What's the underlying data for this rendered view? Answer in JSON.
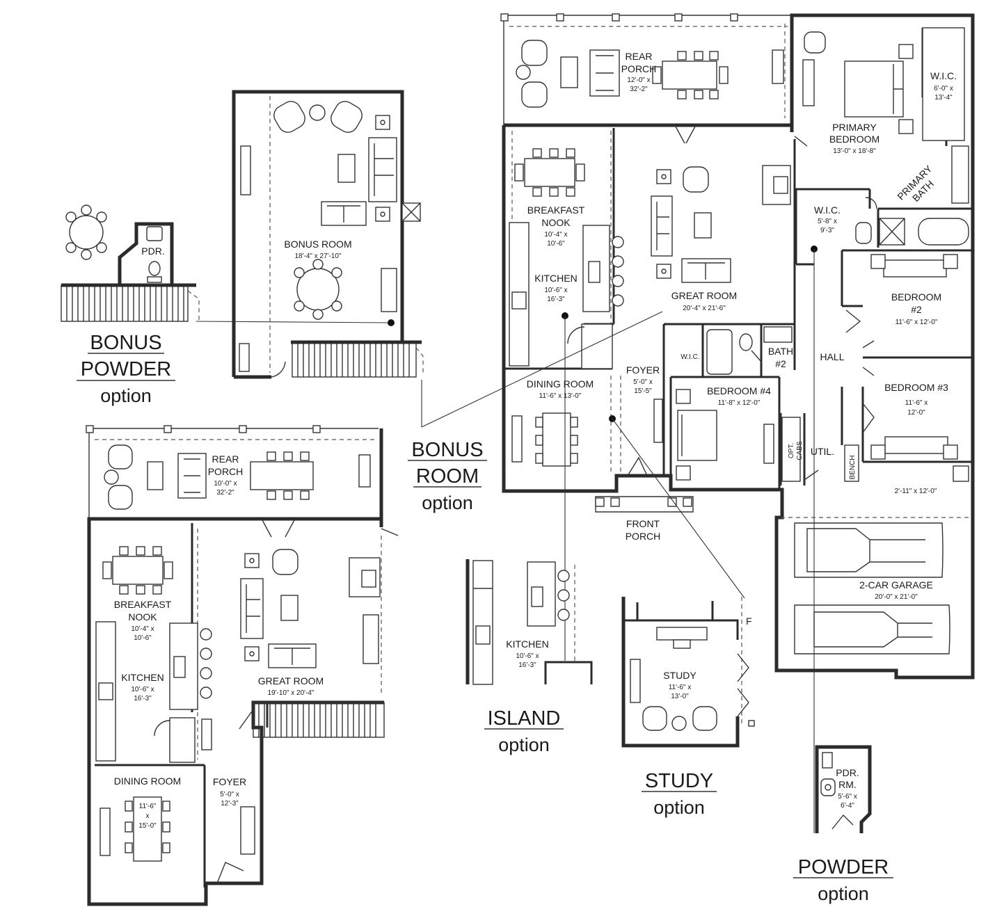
{
  "main_plan": {
    "rooms": [
      {
        "name": "REAR PORCH",
        "name_lines": [
          "REAR",
          "PORCH"
        ],
        "dims_lines": [
          "12'-0\" x",
          "32'-2\""
        ]
      },
      {
        "name": "PRIMARY BEDROOM",
        "name_lines": [
          "PRIMARY",
          "BEDROOM"
        ],
        "dims_lines": [
          "13'-0\" x 18'-8\""
        ]
      },
      {
        "name": "W.I.C.",
        "name_lines": [
          "W.I.C."
        ],
        "dims_lines": [
          "6'-0\" x",
          "13'-4\""
        ]
      },
      {
        "name": "PRIMARY BATH",
        "name_lines": [
          "PRIMARY",
          "BATH"
        ],
        "dims_lines": []
      },
      {
        "name": "BREAKFAST NOOK",
        "name_lines": [
          "BREAKFAST",
          "NOOK"
        ],
        "dims_lines": [
          "10'-4\" x",
          "10'-6\""
        ]
      },
      {
        "name": "KITCHEN",
        "name_lines": [
          "KITCHEN"
        ],
        "dims_lines": [
          "10'-6\" x",
          "16'-3\""
        ]
      },
      {
        "name": "GREAT ROOM",
        "name_lines": [
          "GREAT ROOM"
        ],
        "dims_lines": [
          "20'-4\" x 21'-6\""
        ]
      },
      {
        "name": "W.I.C.",
        "name_lines": [
          "W.I.C."
        ],
        "dims_lines": [
          "5'-8\" x",
          "9'-3\""
        ]
      },
      {
        "name": "BEDROOM #2",
        "name_lines": [
          "BEDROOM",
          "#2"
        ],
        "dims_lines": [
          "11'-6\" x 12'-0\""
        ]
      },
      {
        "name": "DINING ROOM",
        "name_lines": [
          "DINING ROOM"
        ],
        "dims_lines": [
          "11'-6\" x 13'-0\""
        ]
      },
      {
        "name": "FOYER",
        "name_lines": [
          "FOYER"
        ],
        "dims_lines": [
          "5'-0\" x",
          "15'-5\""
        ]
      },
      {
        "name": "W.I.C.",
        "name_lines": [
          "W.I.C."
        ],
        "dims_lines": []
      },
      {
        "name": "BATH #2",
        "name_lines": [
          "BATH",
          "#2"
        ],
        "dims_lines": []
      },
      {
        "name": "BEDROOM #4",
        "name_lines": [
          "BEDROOM #4"
        ],
        "dims_lines": [
          "11'-8\" x 12'-0\""
        ]
      },
      {
        "name": "HALL",
        "name_lines": [
          "HALL"
        ],
        "dims_lines": []
      },
      {
        "name": "BEDROOM #3",
        "name_lines": [
          "BEDROOM #3"
        ],
        "dims_lines": [
          "11'-6\" x",
          "12'-0\""
        ]
      },
      {
        "name": "UTIL.",
        "name_lines": [
          "UTIL."
        ],
        "dims_lines": []
      },
      {
        "name": "OPT. CABS",
        "name_lines": [
          "OPT.",
          "CABS"
        ],
        "dims_lines": []
      },
      {
        "name": "BENCH",
        "name_lines": [
          "BENCH"
        ],
        "dims_lines": []
      },
      {
        "name": "2'-11\" x 12'-0\"",
        "name_lines": [],
        "dims_lines": [
          "2'-11\" x 12'-0\""
        ]
      },
      {
        "name": "FRONT PORCH",
        "name_lines": [
          "FRONT",
          "PORCH"
        ],
        "dims_lines": []
      },
      {
        "name": "2-CAR GARAGE",
        "name_lines": [
          "2-CAR GARAGE"
        ],
        "dims_lines": [
          "20'-0\" x 21'-0\""
        ]
      }
    ]
  },
  "bonus_plan": {
    "rooms": [
      {
        "name": "BONUS ROOM",
        "name_lines": [
          "BONUS ROOM"
        ],
        "dims_lines": [
          "18'-4\" x 27'-10\""
        ]
      },
      {
        "name": "PDR.",
        "name_lines": [
          "PDR."
        ],
        "dims_lines": []
      }
    ]
  },
  "alt_plan": {
    "rooms": [
      {
        "name": "REAR PORCH",
        "name_lines": [
          "REAR",
          "PORCH"
        ],
        "dims_lines": [
          "10'-0\" x",
          "32'-2\""
        ]
      },
      {
        "name": "BREAKFAST NOOK",
        "name_lines": [
          "BREAKFAST",
          "NOOK"
        ],
        "dims_lines": [
          "10'-4\" x",
          "10'-6\""
        ]
      },
      {
        "name": "KITCHEN",
        "name_lines": [
          "KITCHEN"
        ],
        "dims_lines": [
          "10'-6\" x",
          "16'-3\""
        ]
      },
      {
        "name": "GREAT ROOM",
        "name_lines": [
          "GREAT ROOM"
        ],
        "dims_lines": [
          "19'-10\" x 20'-4\""
        ]
      },
      {
        "name": "DINING ROOM",
        "name_lines": [
          "DINING ROOM"
        ],
        "dims_lines": [
          "11'-6\"",
          "x",
          "15'-0\""
        ]
      },
      {
        "name": "FOYER",
        "name_lines": [
          "FOYER"
        ],
        "dims_lines": [
          "5'-0\" x",
          "12'-3\""
        ]
      }
    ]
  },
  "island_plan": {
    "rooms": [
      {
        "name": "KITCHEN",
        "name_lines": [
          "KITCHEN"
        ],
        "dims_lines": [
          "10'-6\" x",
          "16'-3\""
        ]
      }
    ]
  },
  "study_plan": {
    "rooms": [
      {
        "name": "STUDY",
        "name_lines": [
          "STUDY"
        ],
        "dims_lines": [
          "11'-6\" x",
          "13'-0\""
        ]
      }
    ],
    "cut_text": "F"
  },
  "powder_plan": {
    "rooms": [
      {
        "name": "PDR. RM.",
        "name_lines": [
          "PDR.",
          "RM."
        ],
        "dims_lines": [
          "5'-6\" x",
          "6'-4\""
        ]
      }
    ]
  },
  "options": [
    {
      "id": "bonus-powder",
      "title_lines": [
        "BONUS",
        "POWDER"
      ],
      "subtitle": "option"
    },
    {
      "id": "bonus-room",
      "title_lines": [
        "BONUS",
        "ROOM"
      ],
      "subtitle": "option"
    },
    {
      "id": "island",
      "title_lines": [
        "ISLAND"
      ],
      "subtitle": "option"
    },
    {
      "id": "study",
      "title_lines": [
        "STUDY"
      ],
      "subtitle": "option"
    },
    {
      "id": "powder",
      "title_lines": [
        "POWDER"
      ],
      "subtitle": "option"
    }
  ]
}
